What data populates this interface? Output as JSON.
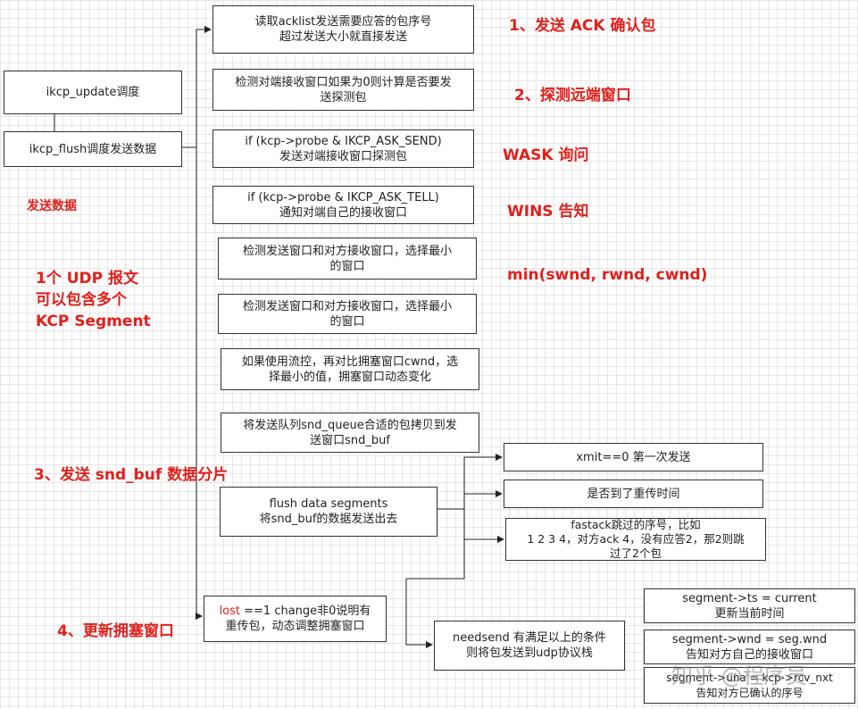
{
  "left": {
    "update": "ikcp_update调度",
    "flush": "ikcp_flush调度发送数据",
    "send_label": "发送数据",
    "udp_note": "1个 UDP 报文\n可以包含多个\nKCP Segment"
  },
  "steps": {
    "ack": "读取acklist发送需要应答的包序号\n超过发送大小就直接发送",
    "probe": "检测对端接收窗口如果为0则计算是否要发\n送探测包",
    "wask": "if (kcp->probe & IKCP_ASK_SEND)\n发送对端接收窗口探测包",
    "wins": "if (kcp->probe & IKCP_ASK_TELL)\n通知对端自己的接收窗口",
    "min1": "检测发送窗口和对方接收窗口，选择最小\n的窗口",
    "min2": "检测发送窗口和对方接收窗口，选择最小\n的窗口",
    "cwnd": "如果使用流控，再对比拥塞窗口cwnd，选\n择最小的值，拥塞窗口动态变化",
    "queue": "将发送队列snd_queue合适的包拷贝到发\n送窗口snd_buf",
    "flush_data": "flush data segments\n将snd_buf的数据发送出去",
    "lost_word": "lost",
    "lost_rest": " ==1 change非0说明有\n重传包，动态调整拥塞窗口",
    "xmit": "xmit==0 第一次发送",
    "resend": "是否到了重传时间",
    "fastack": "fastack跳过的序号，比如\n1 2 3 4，对方ack 4，没有应答2，那2则跳\n过了2个包",
    "needsend": "needsend 有满足以上的条件\n则将包发送到udp协议栈",
    "seg_ts": "segment->ts = current\n更新当前时间",
    "seg_wnd": "segment->wnd = seg.wnd\n告知对方自己的接收窗口",
    "seg_una": "segment->una = kcp->rcv_nxt\n告知对方已确认的序号"
  },
  "annotations": {
    "ack": "1、发送 ACK 确认包",
    "probe": "2、探测远端窗口",
    "wask": "WASK 询问",
    "wins": "WINS 告知",
    "min": "min(swnd, rwnd, cwnd)",
    "snd_buf": "3、发送 snd_buf 数据分片",
    "cwnd": "4、更新拥塞窗口"
  },
  "watermark": "知乎 @程序员"
}
